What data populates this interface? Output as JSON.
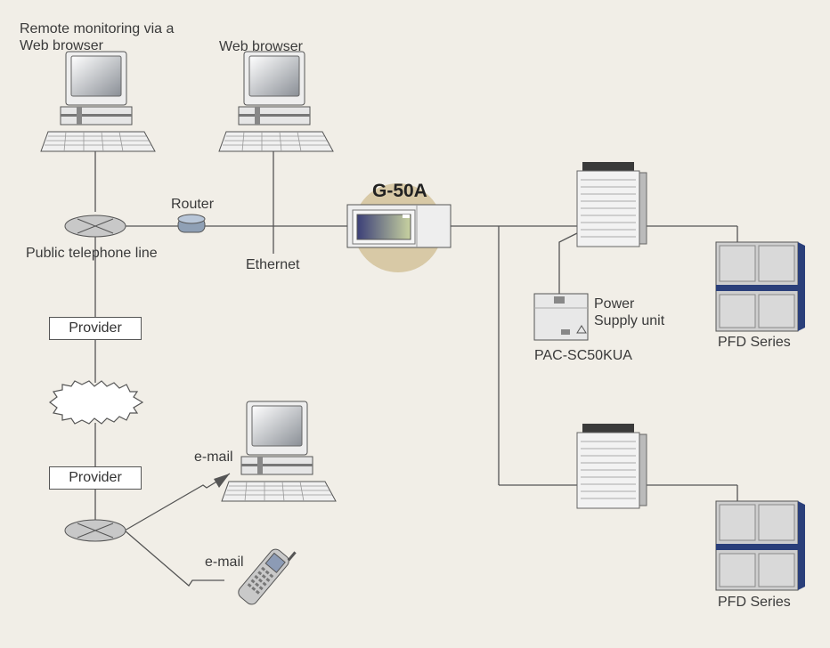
{
  "labels": {
    "remote_monitoring_line1": "Remote monitoring via a",
    "remote_monitoring_line2": "Web browser",
    "web_browser": "Web browser",
    "router": "Router",
    "public_telephone_line": "Public telephone line",
    "ethernet": "Ethernet",
    "controller": "G-50A",
    "power_line1": "Power",
    "power_line2": "Supply unit",
    "power_model": "PAC-SC50KUA",
    "pfd_series_top": "PFD Series",
    "pfd_series_bottom": "PFD Series",
    "provider_top": "Provider",
    "provider_bottom": "Provider",
    "email_pc": "e-mail",
    "email_phone": "e-mail"
  },
  "icons": {
    "computer": "computer-icon",
    "phone_exchange": "exchange-icon",
    "router": "router-icon",
    "internet": "cloud-icon",
    "outdoor_unit": "outdoor-unit-icon",
    "indoor_unit": "indoor-unit-icon",
    "power_supply": "power-supply-icon",
    "mobile_phone": "mobile-phone-icon"
  },
  "colors": {
    "background": "#f1eee7",
    "line": "#555555",
    "controller_halo": "#d8c9a6",
    "indoor_unit_accent": "#2a3f7a"
  }
}
